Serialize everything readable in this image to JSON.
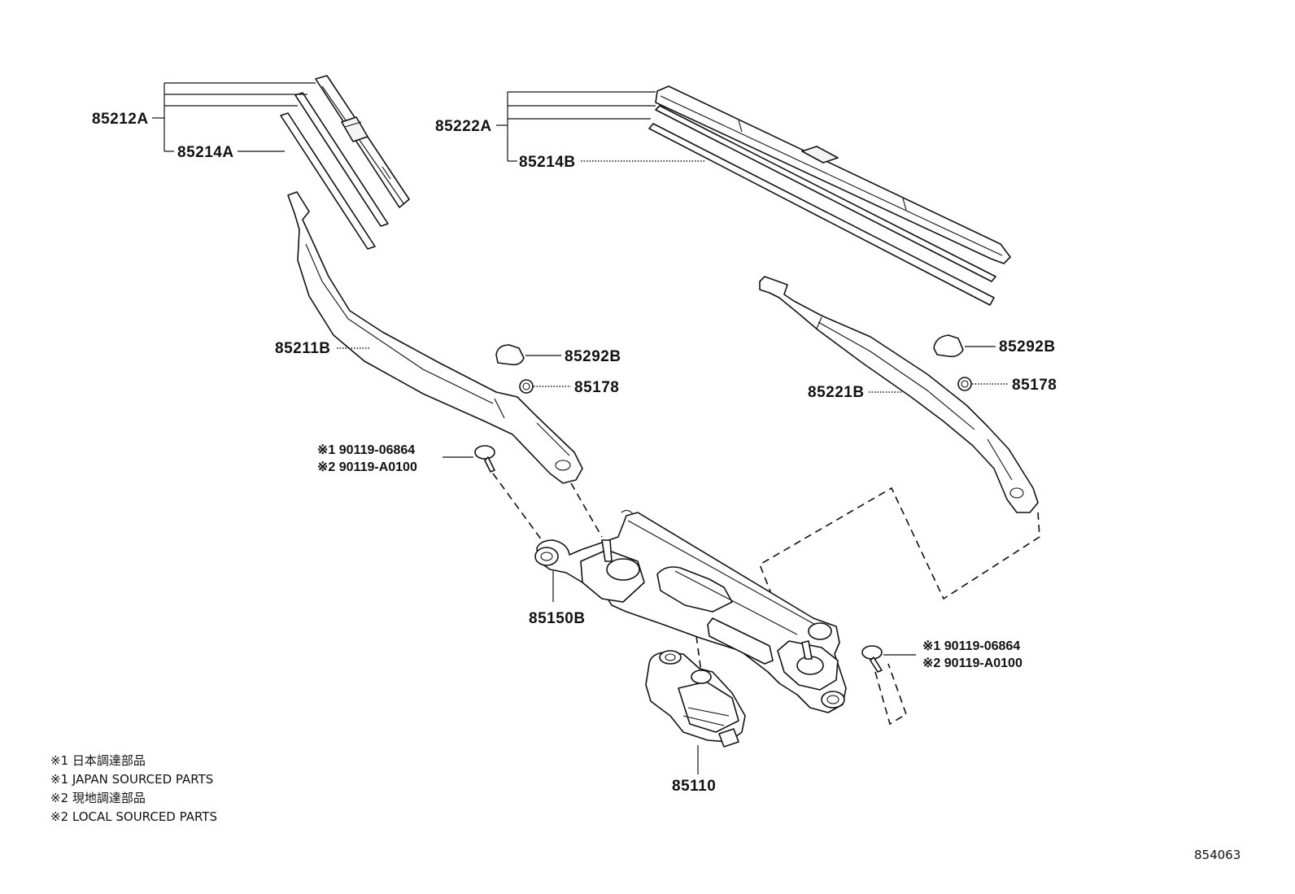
{
  "labels": {
    "blade_fr": "85212A",
    "rubber_fr": "85214A",
    "blade_rr": "85222A",
    "rubber_rr": "85214B",
    "arm_left": "85211B",
    "arm_right": "85221B",
    "cap_left": "85292B",
    "cap_right": "85292B",
    "nut_left": "85178",
    "nut_right": "85178",
    "link": "85150B",
    "motor": "85110"
  },
  "bolts": {
    "left": {
      "line1_mark": "※1",
      "line1_pn": "90119-06864",
      "line2_mark": "※2",
      "line2_pn": "90119-A0100"
    },
    "right": {
      "line1_mark": "※1",
      "line1_pn": "90119-06864",
      "line2_mark": "※2",
      "line2_pn": "90119-A0100"
    }
  },
  "notes": [
    "※1 日本調達部品",
    "※1 JAPAN SOURCED PARTS",
    "※2 現地調達部品",
    "※2 LOCAL SOURCED PARTS"
  ],
  "figure_code": "854063"
}
